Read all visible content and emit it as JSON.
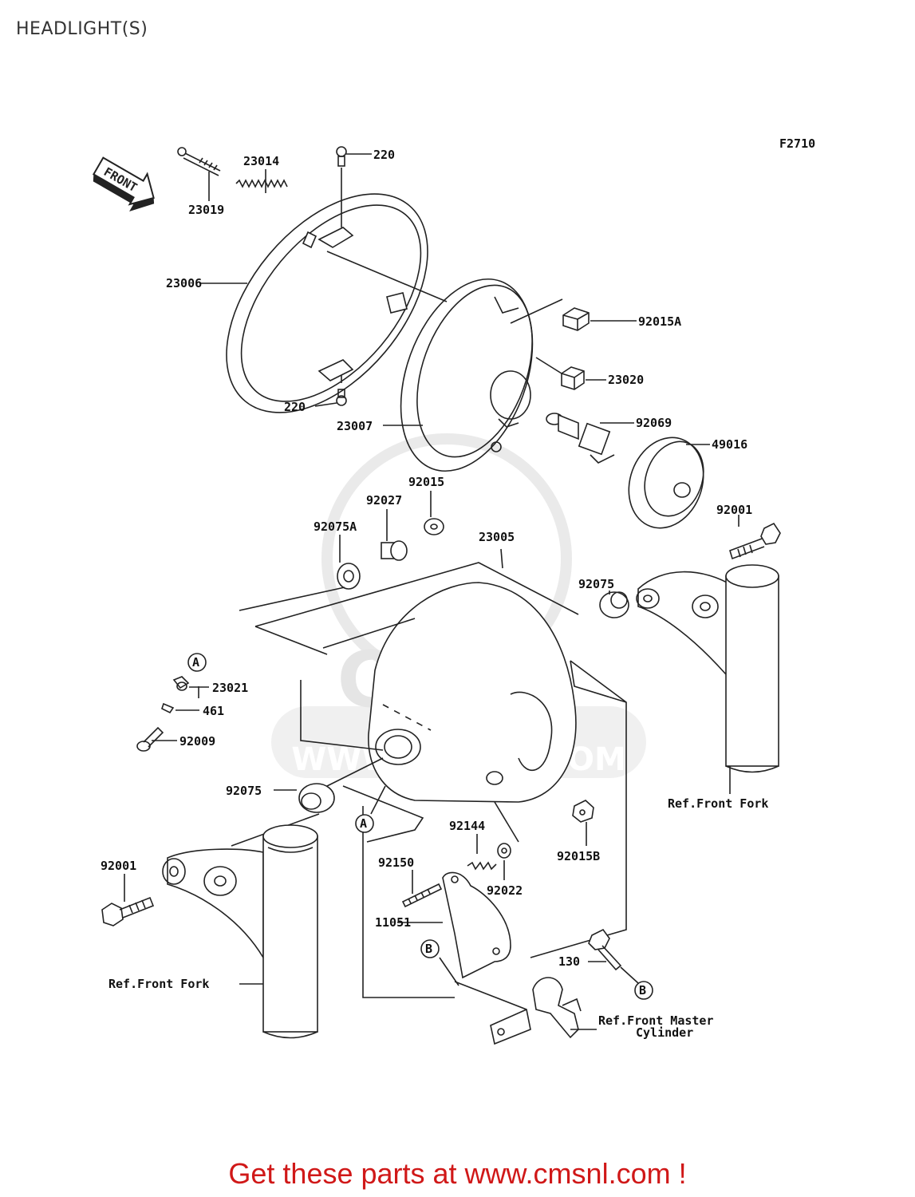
{
  "page_title": "HEADLIGHT(S)",
  "figure_code": "F2710",
  "front_label": "FRONT",
  "watermark": {
    "brand": "CMS",
    "url": "WWW.CMSNL.COM"
  },
  "callouts": {
    "p23019": "23019",
    "p23014": "23014",
    "p220_top": "220",
    "p23006": "23006",
    "p220_bottom": "220",
    "p23007": "23007",
    "p92015A": "92015A",
    "p23020": "23020",
    "p92069": "92069",
    "p49016": "49016",
    "p92015": "92015",
    "p92027": "92027",
    "p92075A": "92075A",
    "p23005": "23005",
    "p92001_right": "92001",
    "p92075_right": "92075",
    "p23021": "23021",
    "p461": "461",
    "p92009": "92009",
    "p92075_left": "92075",
    "p92144": "92144",
    "p92015B": "92015B",
    "p92001_left": "92001",
    "p92150": "92150",
    "p92022": "92022",
    "p11051": "11051",
    "p130": "130"
  },
  "markers": {
    "a_top": "A",
    "a_bottom": "A",
    "b_left": "B",
    "b_right": "B"
  },
  "references": {
    "front_fork_right": "Ref.Front Fork",
    "front_fork_left": "Ref.Front Fork",
    "master_cylinder_line1": "Ref.Front Master",
    "master_cylinder_line2": "Cylinder"
  },
  "footer_text": "Get these parts at www.cmsnl.com !",
  "colors": {
    "footer": "#d01818",
    "lines": "#222222",
    "watermark": "#dcdcdc"
  }
}
